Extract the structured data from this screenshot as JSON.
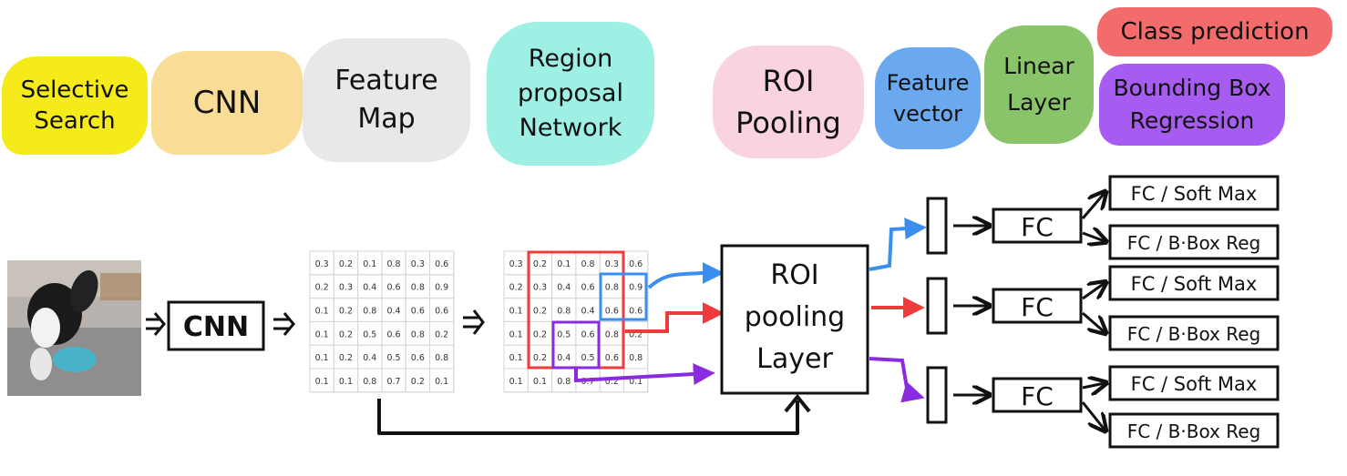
{
  "legend": {
    "selective_search": "Selective\nSearch",
    "cnn": "CNN",
    "feature_map": "Feature\nMap",
    "rpn": "Region\nproposal\nNetwork",
    "roi_pooling": "ROI\nPooling",
    "feature_vector": "Feature\nvector",
    "linear_layer": "Linear\nLayer",
    "class_prediction": "Class prediction",
    "bbox_regression": "Bounding Box\nRegression"
  },
  "colors": {
    "selective_search": "#f5ea1a",
    "cnn": "#f9dc96",
    "feature_map": "#e8e8e8",
    "rpn": "#9ff0e4",
    "roi_pooling": "#f9d4e0",
    "feature_vector": "#6aa8f0",
    "linear_layer": "#8ac46a",
    "class_prediction": "#f36b6b",
    "bbox_regression": "#a65cf0",
    "blue": "#3a8ef0",
    "red": "#ef3b3b",
    "purple": "#8a2be2"
  },
  "pipeline": {
    "cnn_label": "CNN",
    "roi_layer": "ROI\npooling\nLayer",
    "fc_label": "FC",
    "head_softmax": "FC / Soft Max",
    "head_bbox": "FC / B·Box Reg"
  },
  "feature_map": [
    [
      "0.3",
      "0.2",
      "0.1",
      "0.8",
      "0.3",
      "0.6"
    ],
    [
      "0.2",
      "0.3",
      "0.4",
      "0.6",
      "0.8",
      "0.9"
    ],
    [
      "0.1",
      "0.2",
      "0.8",
      "0.4",
      "0.6",
      "0.6"
    ],
    [
      "0.1",
      "0.2",
      "0.5",
      "0.6",
      "0.8",
      "0.2"
    ],
    [
      "0.1",
      "0.2",
      "0.4",
      "0.5",
      "0.6",
      "0.8"
    ],
    [
      "0.1",
      "0.1",
      "0.8",
      "0.7",
      "0.2",
      "0.1"
    ]
  ],
  "icons": {
    "input_image": "dog-photo"
  }
}
